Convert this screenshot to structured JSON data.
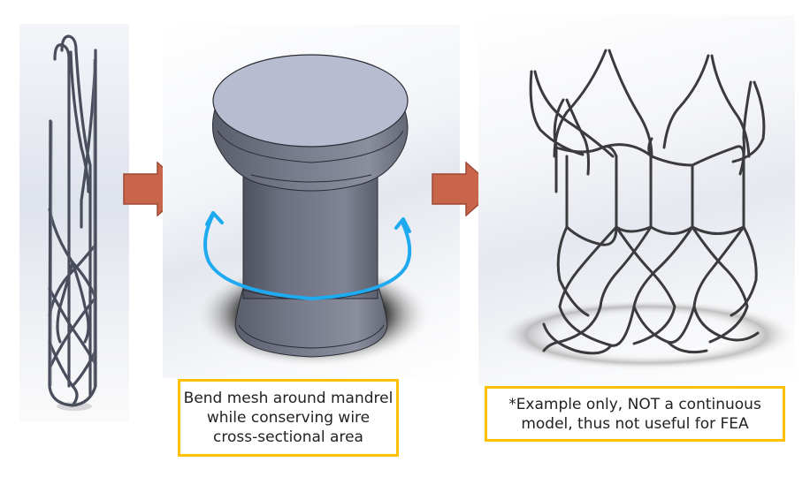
{
  "panels": [
    {
      "id": "flat-mesh",
      "description": "Initial stent wire mesh (collapsed, straight tube)"
    },
    {
      "id": "mandrel",
      "description": "Mandrel with rotation arrow indicating bending"
    },
    {
      "id": "expanded-stent",
      "description": "Expanded stent frame model"
    }
  ],
  "arrows": [
    {
      "icon": "right-arrow-icon",
      "color": "#c8654a"
    },
    {
      "icon": "right-arrow-icon",
      "color": "#c8654a"
    }
  ],
  "rotation_arrow": {
    "icon": "rotate-arrow-icon",
    "color": "#1eaaf0"
  },
  "captions": {
    "mandrel": {
      "lines": [
        "Bend mesh around mandrel",
        "while conserving wire",
        "cross-sectional area"
      ],
      "border_color": "#ffc000"
    },
    "expanded": {
      "lines": [
        "*Example only, NOT a continuous",
        "model, thus not useful for FEA"
      ],
      "border_color": "#ffc000"
    }
  }
}
